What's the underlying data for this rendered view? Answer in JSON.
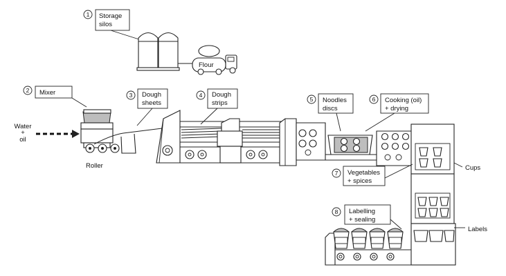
{
  "stages": [
    {
      "number": "1",
      "lines": [
        "Storage",
        "silos"
      ]
    },
    {
      "number": "2",
      "lines": [
        "Mixer"
      ]
    },
    {
      "number": "3",
      "lines": [
        "Dough",
        "sheets"
      ]
    },
    {
      "number": "4",
      "lines": [
        "Dough",
        "strips"
      ]
    },
    {
      "number": "5",
      "lines": [
        "Noodles",
        "discs"
      ]
    },
    {
      "number": "6",
      "lines": [
        "Cooking (oil)",
        "+ drying"
      ]
    },
    {
      "number": "7",
      "lines": [
        "Vegetables",
        "+ spices"
      ]
    },
    {
      "number": "8",
      "lines": [
        "Labelling",
        "+ sealing"
      ]
    }
  ],
  "labels": {
    "flour": "Flour",
    "input_lines": [
      "Water",
      "+",
      "oil"
    ],
    "roller": "Roller",
    "cups": "Cups",
    "labels": "Labels"
  }
}
